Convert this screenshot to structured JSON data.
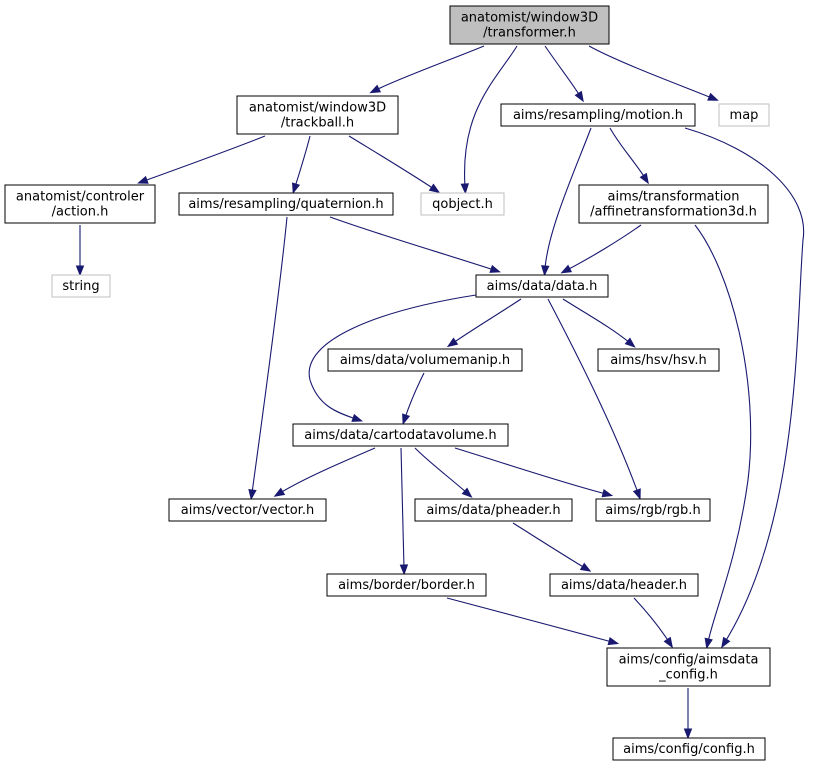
{
  "diagram": {
    "colors": {
      "edge": "#191970",
      "root_fill": "#bfbfbf",
      "external_border": "#bfbfbf",
      "node_border": "#000000"
    },
    "nodes": [
      {
        "id": "transformer",
        "lines": [
          "anatomist/window3D",
          "/transformer.h"
        ],
        "kind": "root"
      },
      {
        "id": "trackball",
        "lines": [
          "anatomist/window3D",
          "/trackball.h"
        ],
        "kind": "normal"
      },
      {
        "id": "motion",
        "lines": [
          "aims/resampling/motion.h"
        ],
        "kind": "normal"
      },
      {
        "id": "map",
        "lines": [
          "map"
        ],
        "kind": "external"
      },
      {
        "id": "action",
        "lines": [
          "anatomist/controler",
          "/action.h"
        ],
        "kind": "normal"
      },
      {
        "id": "quaternion",
        "lines": [
          "aims/resampling/quaternion.h"
        ],
        "kind": "normal"
      },
      {
        "id": "qobject",
        "lines": [
          "qobject.h"
        ],
        "kind": "external"
      },
      {
        "id": "affine",
        "lines": [
          "aims/transformation",
          "/affinetransformation3d.h"
        ],
        "kind": "normal"
      },
      {
        "id": "string",
        "lines": [
          "string"
        ],
        "kind": "external"
      },
      {
        "id": "data",
        "lines": [
          "aims/data/data.h"
        ],
        "kind": "normal"
      },
      {
        "id": "volumemanip",
        "lines": [
          "aims/data/volumemanip.h"
        ],
        "kind": "normal"
      },
      {
        "id": "hsv",
        "lines": [
          "aims/hsv/hsv.h"
        ],
        "kind": "normal"
      },
      {
        "id": "cartodatavolume",
        "lines": [
          "aims/data/cartodatavolume.h"
        ],
        "kind": "normal"
      },
      {
        "id": "vector",
        "lines": [
          "aims/vector/vector.h"
        ],
        "kind": "normal"
      },
      {
        "id": "pheader",
        "lines": [
          "aims/data/pheader.h"
        ],
        "kind": "normal"
      },
      {
        "id": "rgb",
        "lines": [
          "aims/rgb/rgb.h"
        ],
        "kind": "normal"
      },
      {
        "id": "border",
        "lines": [
          "aims/border/border.h"
        ],
        "kind": "normal"
      },
      {
        "id": "header",
        "lines": [
          "aims/data/header.h"
        ],
        "kind": "normal"
      },
      {
        "id": "aimsdata_config",
        "lines": [
          "aims/config/aimsdata",
          "_config.h"
        ],
        "kind": "normal"
      },
      {
        "id": "config",
        "lines": [
          "aims/config/config.h"
        ],
        "kind": "normal"
      }
    ],
    "edges": [
      {
        "from": "transformer",
        "to": "trackball"
      },
      {
        "from": "transformer",
        "to": "qobject"
      },
      {
        "from": "transformer",
        "to": "motion"
      },
      {
        "from": "transformer",
        "to": "map"
      },
      {
        "from": "trackball",
        "to": "action"
      },
      {
        "from": "trackball",
        "to": "quaternion"
      },
      {
        "from": "trackball",
        "to": "qobject"
      },
      {
        "from": "motion",
        "to": "affine"
      },
      {
        "from": "motion",
        "to": "data"
      },
      {
        "from": "motion",
        "to": "aimsdata_config"
      },
      {
        "from": "action",
        "to": "string"
      },
      {
        "from": "quaternion",
        "to": "data"
      },
      {
        "from": "quaternion",
        "to": "vector"
      },
      {
        "from": "affine",
        "to": "data"
      },
      {
        "from": "affine",
        "to": "aimsdata_config"
      },
      {
        "from": "data",
        "to": "volumemanip"
      },
      {
        "from": "data",
        "to": "hsv"
      },
      {
        "from": "data",
        "to": "cartodatavolume"
      },
      {
        "from": "data",
        "to": "rgb"
      },
      {
        "from": "volumemanip",
        "to": "cartodatavolume"
      },
      {
        "from": "cartodatavolume",
        "to": "vector"
      },
      {
        "from": "cartodatavolume",
        "to": "pheader"
      },
      {
        "from": "cartodatavolume",
        "to": "rgb"
      },
      {
        "from": "cartodatavolume",
        "to": "border"
      },
      {
        "from": "pheader",
        "to": "header"
      },
      {
        "from": "border",
        "to": "aimsdata_config"
      },
      {
        "from": "header",
        "to": "aimsdata_config"
      },
      {
        "from": "aimsdata_config",
        "to": "config"
      }
    ]
  }
}
